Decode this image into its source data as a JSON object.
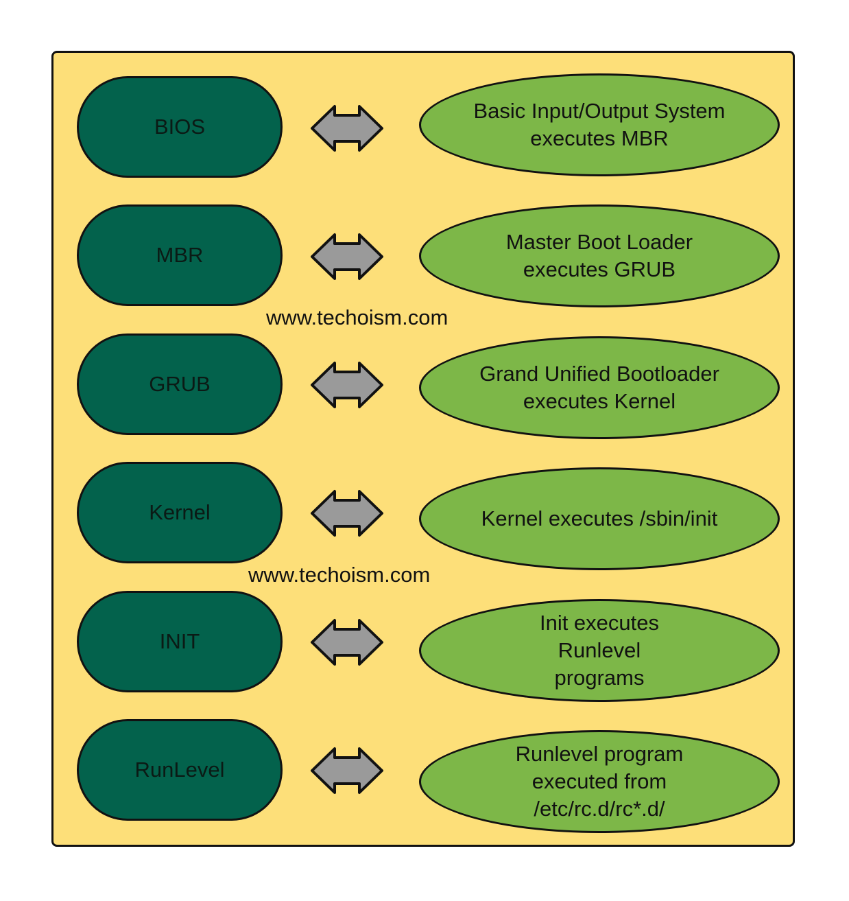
{
  "colors": {
    "panel_background": "#fddf79",
    "stage_fill": "#03624c",
    "description_fill": "#7db748",
    "arrow_fill": "#9a9a9a",
    "outline": "#111111"
  },
  "stages": [
    {
      "label": "BIOS",
      "description": "Basic Input/Output System\nexecutes MBR"
    },
    {
      "label": "MBR",
      "description": "Master Boot Loader\nexecutes GRUB"
    },
    {
      "label": "GRUB",
      "description": "Grand Unified Bootloader\nexecutes Kernel"
    },
    {
      "label": "Kernel",
      "description": "Kernel executes /sbin/init"
    },
    {
      "label": "INIT",
      "description": "Init executes\nRunlevel\nprograms"
    },
    {
      "label": "RunLevel",
      "description": "Runlevel program\nexecuted from\n/etc/rc.d/rc*.d/"
    }
  ],
  "connector_icon": "double-headed-arrow-icon",
  "watermarks": [
    "www.techoism.com",
    "www.techoism.com"
  ]
}
